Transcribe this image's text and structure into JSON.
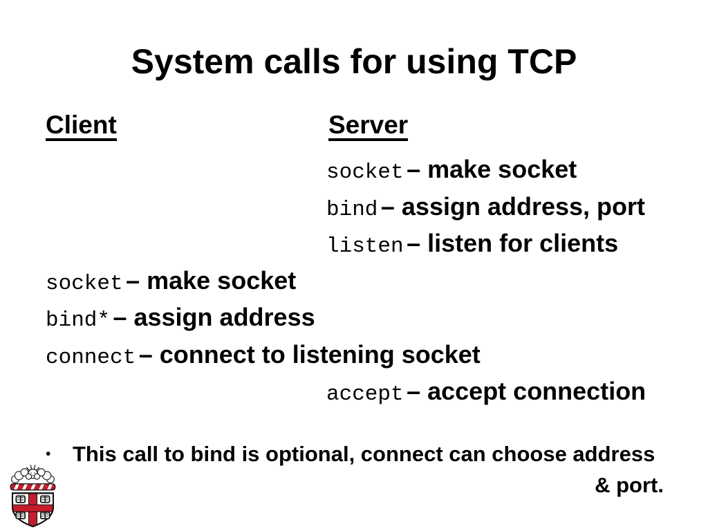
{
  "slide": {
    "title": "System calls for using TCP",
    "columns": {
      "client": "Client",
      "server": "Server"
    },
    "rows": [
      {
        "side": "server",
        "code": "socket",
        "desc": "– make socket"
      },
      {
        "side": "server",
        "code": "bind",
        "desc": "– assign address, port"
      },
      {
        "side": "server",
        "code": "listen",
        "desc": "– listen for clients"
      },
      {
        "side": "client",
        "code": "socket",
        "desc": "– make socket"
      },
      {
        "side": "client",
        "code": "bind*",
        "desc": "– assign address"
      },
      {
        "side": "client",
        "code": "connect",
        "desc": "– connect to listening socket"
      },
      {
        "side": "server",
        "code": "accept",
        "desc": "– accept connection"
      }
    ],
    "note": {
      "marker": "•",
      "line1": "This call to bind is optional, connect can choose address",
      "line2": "& port."
    },
    "logo": {
      "name": "brown-university-crest",
      "shield_red": "#C31E2D",
      "outline_black": "#111111"
    }
  }
}
